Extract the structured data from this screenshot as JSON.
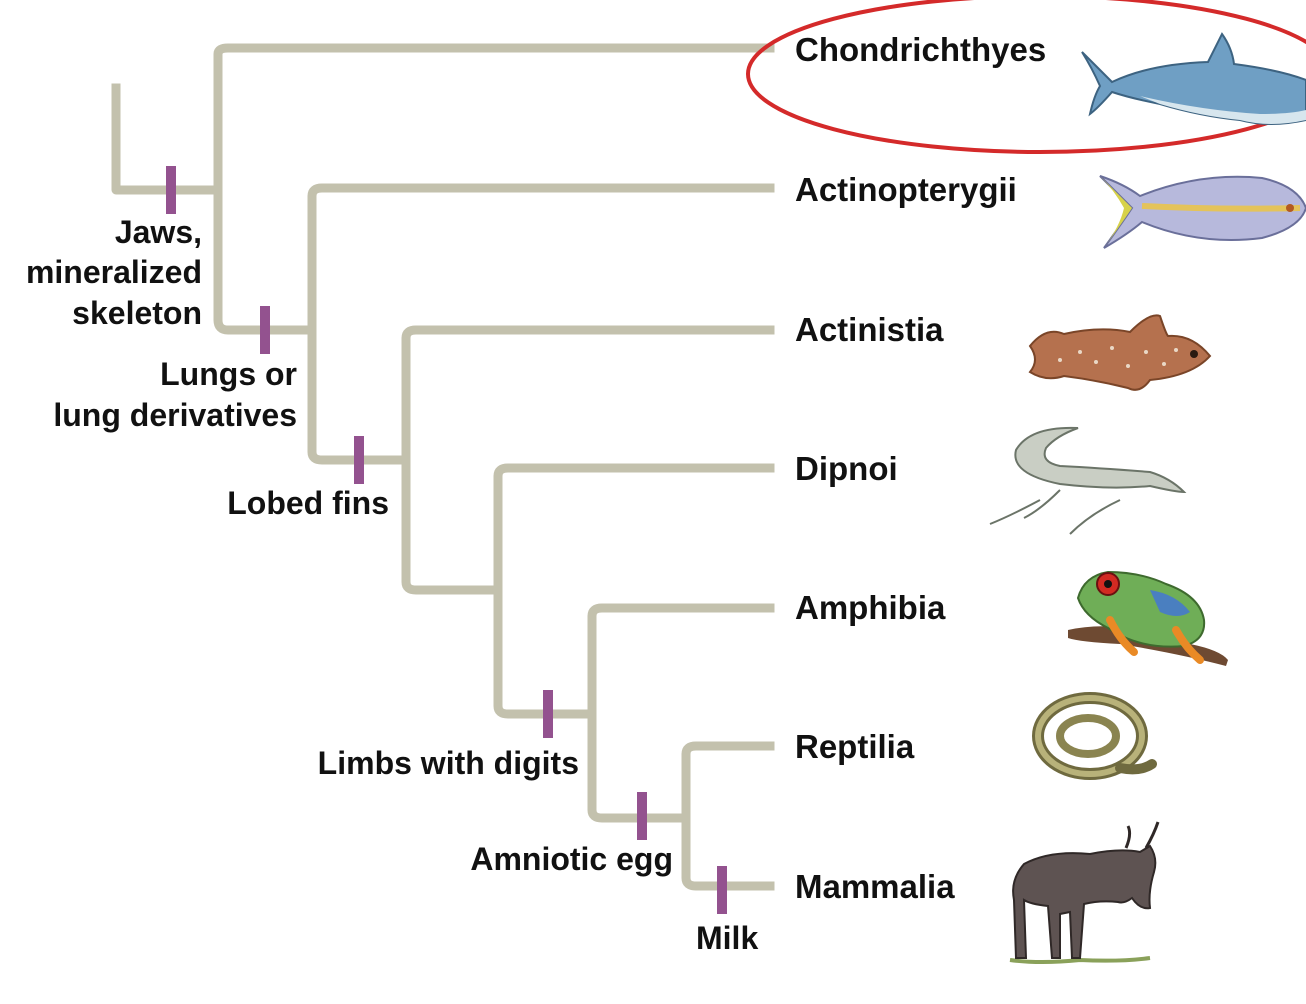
{
  "taxa": [
    {
      "name": "Chondrichthyes",
      "illustration": "shark-illustration"
    },
    {
      "name": "Actinopterygii",
      "illustration": "ray-finned-fish-illustration"
    },
    {
      "name": "Actinistia",
      "illustration": "coelacanth-illustration"
    },
    {
      "name": "Dipnoi",
      "illustration": "lungfish-illustration"
    },
    {
      "name": "Amphibia",
      "illustration": "frog-illustration"
    },
    {
      "name": "Reptilia",
      "illustration": "snake-illustration"
    },
    {
      "name": "Mammalia",
      "illustration": "wildebeest-illustration"
    }
  ],
  "traits": {
    "jaws_line1": "Jaws,",
    "jaws_line2": "mineralized",
    "jaws_line3": "skeleton",
    "lungs_line1": "Lungs or",
    "lungs_line2": "lung derivatives",
    "lobed": "Lobed fins",
    "limbs": "Limbs with digits",
    "amniotic": "Amniotic egg",
    "milk": "Milk"
  },
  "highlighted_taxon": "Chondrichthyes",
  "colors": {
    "branch": "#c3c1ad",
    "trait_tick": "#93528f",
    "highlight_ring": "#d42a2a"
  }
}
